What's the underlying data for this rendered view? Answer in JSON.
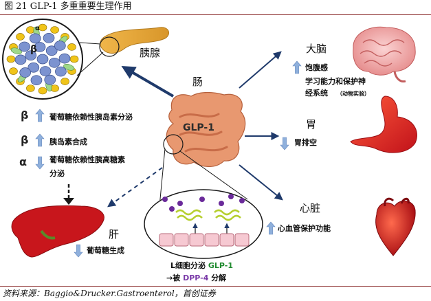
{
  "figure": {
    "title": "图 21 GLP-1 多重重要生理作用",
    "source": "资料来源：Baggio&Drucker.Gastroenterol，首创证券"
  },
  "center": {
    "organ": "肠",
    "hormone": "GLP-1"
  },
  "pancreas": {
    "label": "胰腺",
    "alpha_symbol": "α",
    "beta_symbol": "β"
  },
  "pancreas_effects": [
    {
      "symbol": "β",
      "direction": "up",
      "text": "葡萄糖依赖性胰岛素分泌"
    },
    {
      "symbol": "β",
      "direction": "up",
      "text": "胰岛素合成"
    },
    {
      "symbol": "α",
      "direction": "down",
      "text": "葡萄糖依赖性胰高糖素",
      "text2": "分泌"
    }
  ],
  "liver": {
    "label": "肝",
    "effect": "葡萄糖生成",
    "direction": "down"
  },
  "brain": {
    "label": "大脑",
    "effect1": "饱腹感",
    "effect2": "学习能力和保护神",
    "effect3": "经系统",
    "note": "（动物实验）",
    "direction": "up"
  },
  "stomach": {
    "label": "胃",
    "effect": "胃排空",
    "direction": "down"
  },
  "heart": {
    "label": "心脏",
    "effect": "心血管保护功能",
    "direction": "up"
  },
  "lcell": {
    "line1_prefix": "L细胞分泌",
    "line1_hormone": "GLP-1",
    "line2_prefix": "→被",
    "line2_enzyme": "DPP-4",
    "line2_suffix": "分解"
  },
  "colors": {
    "arrow_navy": "#1f3a6b",
    "up_arrow": "#8fb0dc",
    "islet_beta": "#7c93d0",
    "islet_alpha": "#f0c419",
    "islet_delta": "#9fd88a",
    "liver": "#c8161c",
    "organ_red": "#d0141c",
    "rule": "#8b2c2c"
  }
}
